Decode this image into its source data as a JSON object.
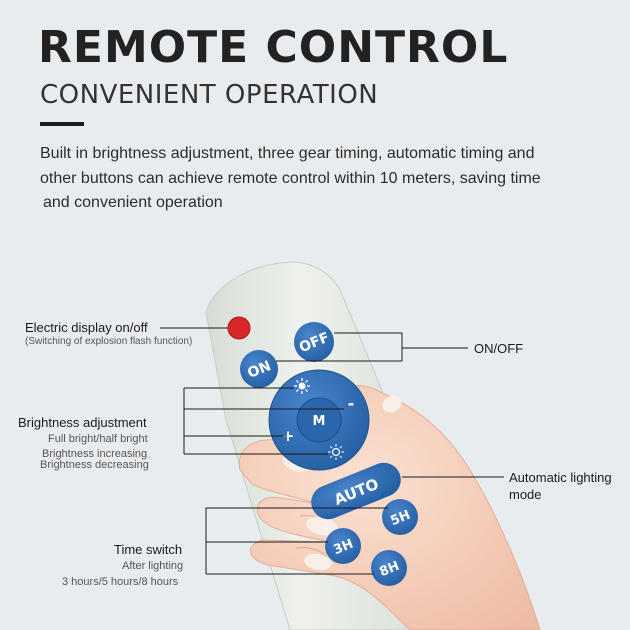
{
  "header": {
    "title": "REMOTE CONTROL",
    "subtitle": "CONVENIENT OPERATION"
  },
  "description": {
    "lines": [
      "Built in brightness adjustment, three gear timing, automatic timing and",
      "other buttons can achieve remote control within 10 meters, saving time",
      "and convenient operation"
    ]
  },
  "remote": {
    "buttons": {
      "off": "OFF",
      "on": "ON",
      "mode": "M",
      "plus": "+",
      "minus": "-",
      "auto": "AUTO",
      "timer_3h": "3H",
      "timer_5h": "5H",
      "timer_8h": "8H"
    }
  },
  "callouts": {
    "electric_display": {
      "title": "Electric display on/off",
      "note": "(Switching of explosion flash function)"
    },
    "on_off": {
      "title": "ON/OFF"
    },
    "brightness": {
      "title": "Brightness adjustment",
      "lines": [
        "Full bright/half bright",
        "Brightness increasing",
        "Brightness decreasing"
      ]
    },
    "auto_mode": {
      "lines": [
        "Automatic lighting",
        "mode"
      ]
    },
    "time_switch": {
      "title": "Time switch",
      "lines": [
        "After lighting",
        "3 hours/5 hours/8 hours"
      ]
    }
  },
  "colors": {
    "button_blue": "#2f6db5",
    "indicator_red": "#d9262b",
    "remote_body": "#e8ece6",
    "background": "#e9ecef"
  }
}
